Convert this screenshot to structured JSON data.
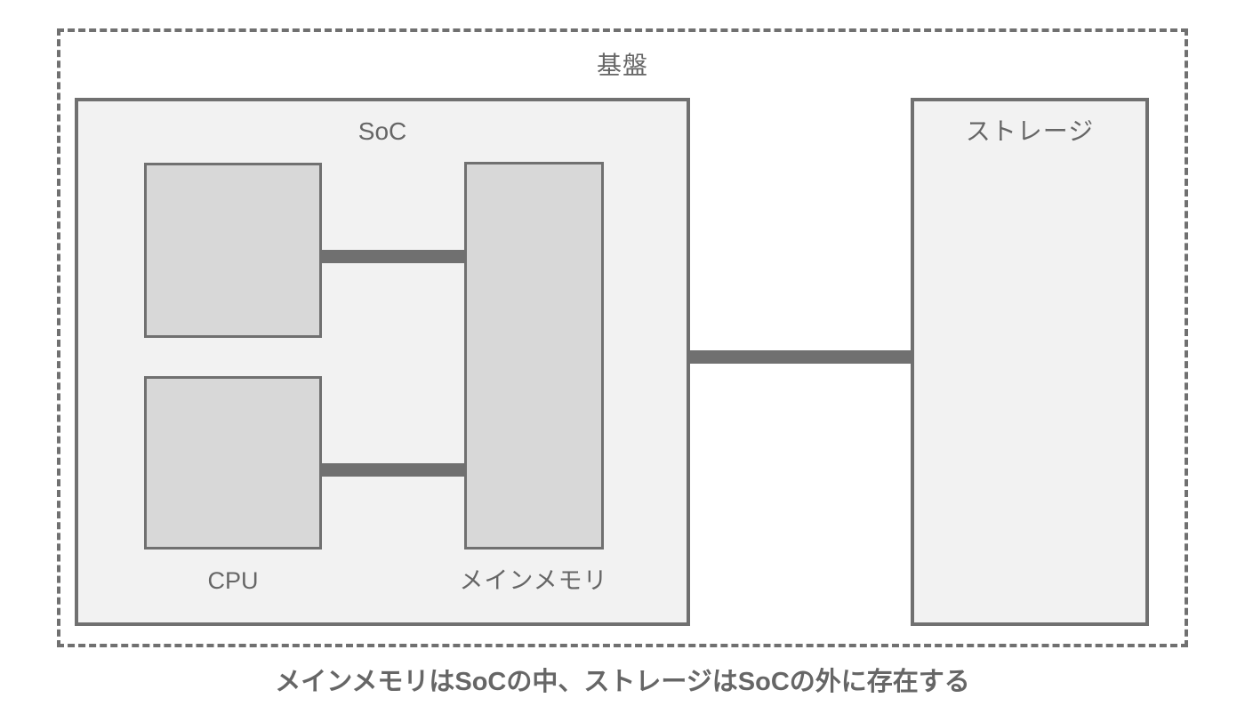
{
  "figure": {
    "board": {
      "title": "基盤"
    },
    "soc": {
      "title": "SoC",
      "components": [
        {
          "id": "cpu-core-1",
          "label": ""
        },
        {
          "id": "cpu-core-2",
          "label": ""
        }
      ],
      "cpu_label": "CPU",
      "memory_label": "メインメモリ"
    },
    "storage": {
      "title": "ストレージ"
    },
    "caption": "メインメモリはSoCの中、ストレージはSoCの外に存在する"
  },
  "colors": {
    "outline": "#707070",
    "text": "#666666",
    "panel_fill": "#f2f2f2",
    "chip_fill": "#d8d8d8",
    "bus": "#707070",
    "background": "#ffffff"
  }
}
